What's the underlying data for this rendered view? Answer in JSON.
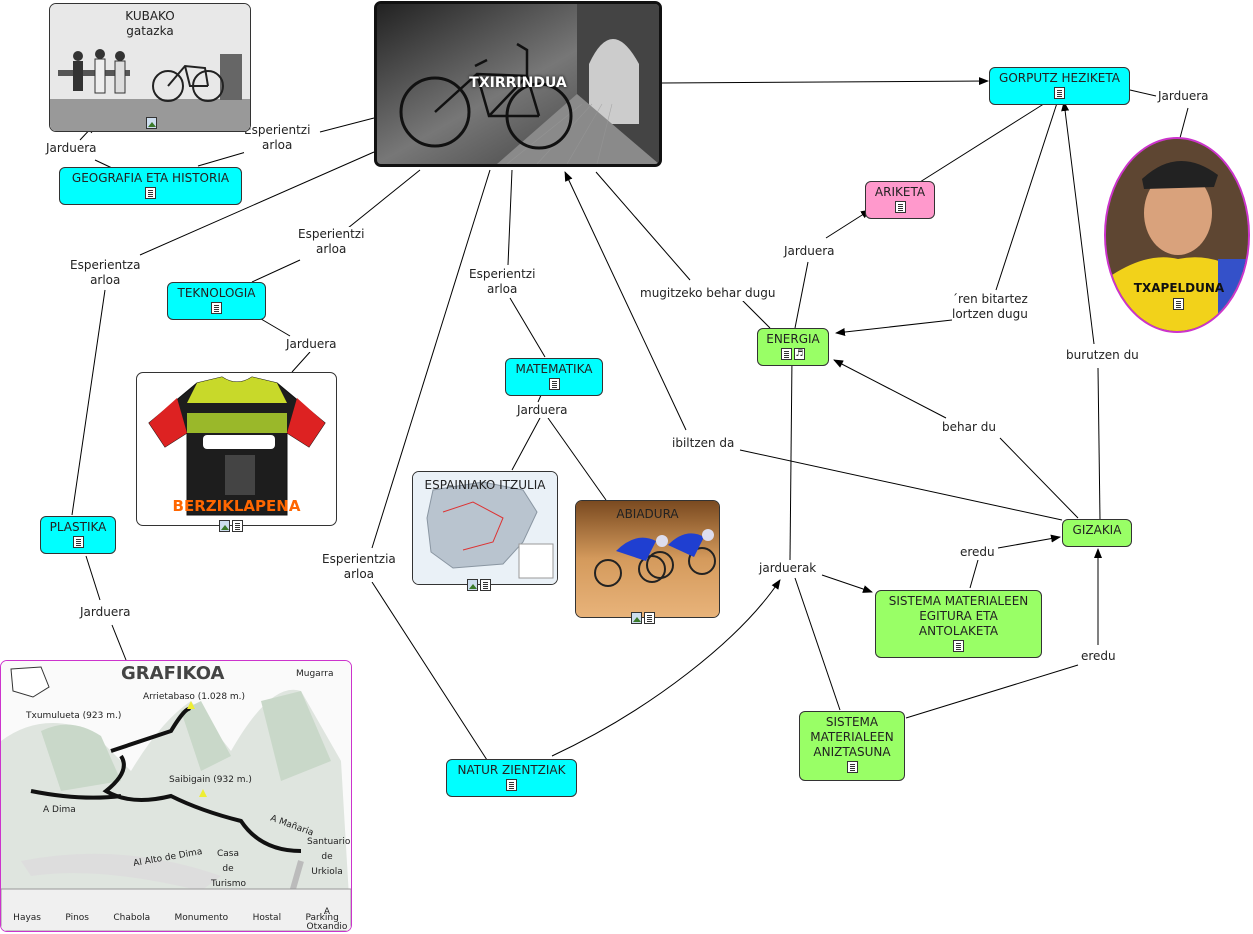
{
  "nodes": {
    "txirrindua": "TXIRRINDUA",
    "kubako_line1": "KUBAKO",
    "kubako_line2": "gatazka",
    "geografia": "GEOGRAFIA ETA HISTORIA",
    "teknologia": "TEKNOLOGIA",
    "berziklapena": "BERZIKLAPENA",
    "plastika": "PLASTIKA",
    "grafikoa": "GRAFIKOA",
    "matematika": "MATEMATIKA",
    "espainiako": "ESPAINIAKO ITZULIA",
    "abiadura": "ABIADURA",
    "natur": "NATUR ZIENTZIAK",
    "gorputz": "GORPUTZ HEZIKETA",
    "ariketa": "ARIKETA",
    "energia": "ENERGIA",
    "txapelduna": "TXAPELDUNA",
    "gizakia": "GIZAKIA",
    "egitura_l1": "SISTEMA MATERIALEEN",
    "egitura_l2": "EGITURA ETA",
    "egitura_l3": "ANTOLAKETA",
    "aniztasuna_l1": "SISTEMA",
    "aniztasuna_l2": "MATERIALEEN",
    "aniztasuna_l3": "ANIZTASUNA"
  },
  "map": {
    "peaks": [
      "Mugarra",
      "Arrietabaso (1.028 m.)",
      "Txumulueta (923 m.)",
      "Saibigain (932 m.)"
    ],
    "places": [
      "A Dima",
      "A Mañaria",
      "Santuario de Urkiola",
      "Al Alto de Dima",
      "Casa de Turismo",
      "A Otxandio"
    ],
    "legend": [
      "Hayas",
      "Pinos",
      "Chabola",
      "Monumento",
      "Hostal",
      "Parking"
    ]
  },
  "links": {
    "esperientzi1_l1": "Esperientzi",
    "esperientzi1_l2": "arloa",
    "jarduera_kubako": "Jarduera",
    "esperientza_l1": "Esperientza",
    "esperientza_l2": "arloa",
    "esperientzi2_l1": "Esperientzi",
    "esperientzi2_l2": "arloa",
    "jarduera_tekno": "Jarduera",
    "jarduera_plastika": "Jarduera",
    "esperientzi3_l1": "Esperientzi",
    "esperientzi3_l2": "arloa",
    "jarduera_mate": "Jarduera",
    "esperientzia_l1": "Esperientzia",
    "esperientzia_l2": "arloa",
    "mugitzeko": "mugitzeko behar dugu",
    "jarduera_ariketa": "Jarduera",
    "ren_l1": "´ren bitartez",
    "ren_l2": "lortzen dugu",
    "jarduera_gorputz": "Jarduera",
    "burutzen": "burutzen du",
    "behar": "behar du",
    "ibiltzen": "ibiltzen da",
    "jarduerak": "jarduerak",
    "eredu1": "eredu",
    "eredu2": "eredu"
  },
  "colors": {
    "concept": "#00ffff",
    "science": "#99ff66",
    "ariketa": "#ff99cc",
    "txapelduna_border": "#cc33cc",
    "grafikoa_border": "#cc33cc"
  }
}
